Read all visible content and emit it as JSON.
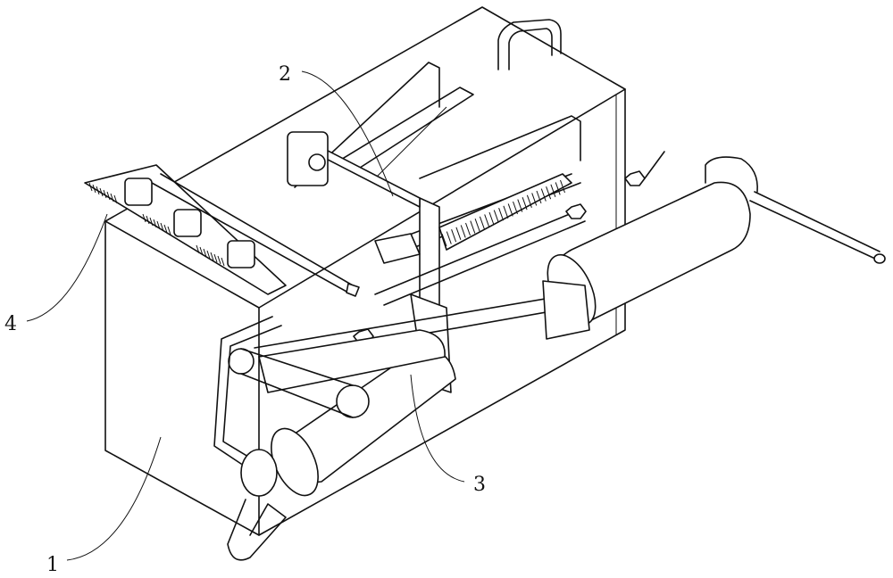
{
  "drawing": {
    "type": "patent-isometric-drawing",
    "callouts": [
      {
        "id": "label-1",
        "text": "1"
      },
      {
        "id": "label-2",
        "text": "2"
      },
      {
        "id": "label-3",
        "text": "3"
      },
      {
        "id": "label-4",
        "text": "4"
      }
    ]
  }
}
